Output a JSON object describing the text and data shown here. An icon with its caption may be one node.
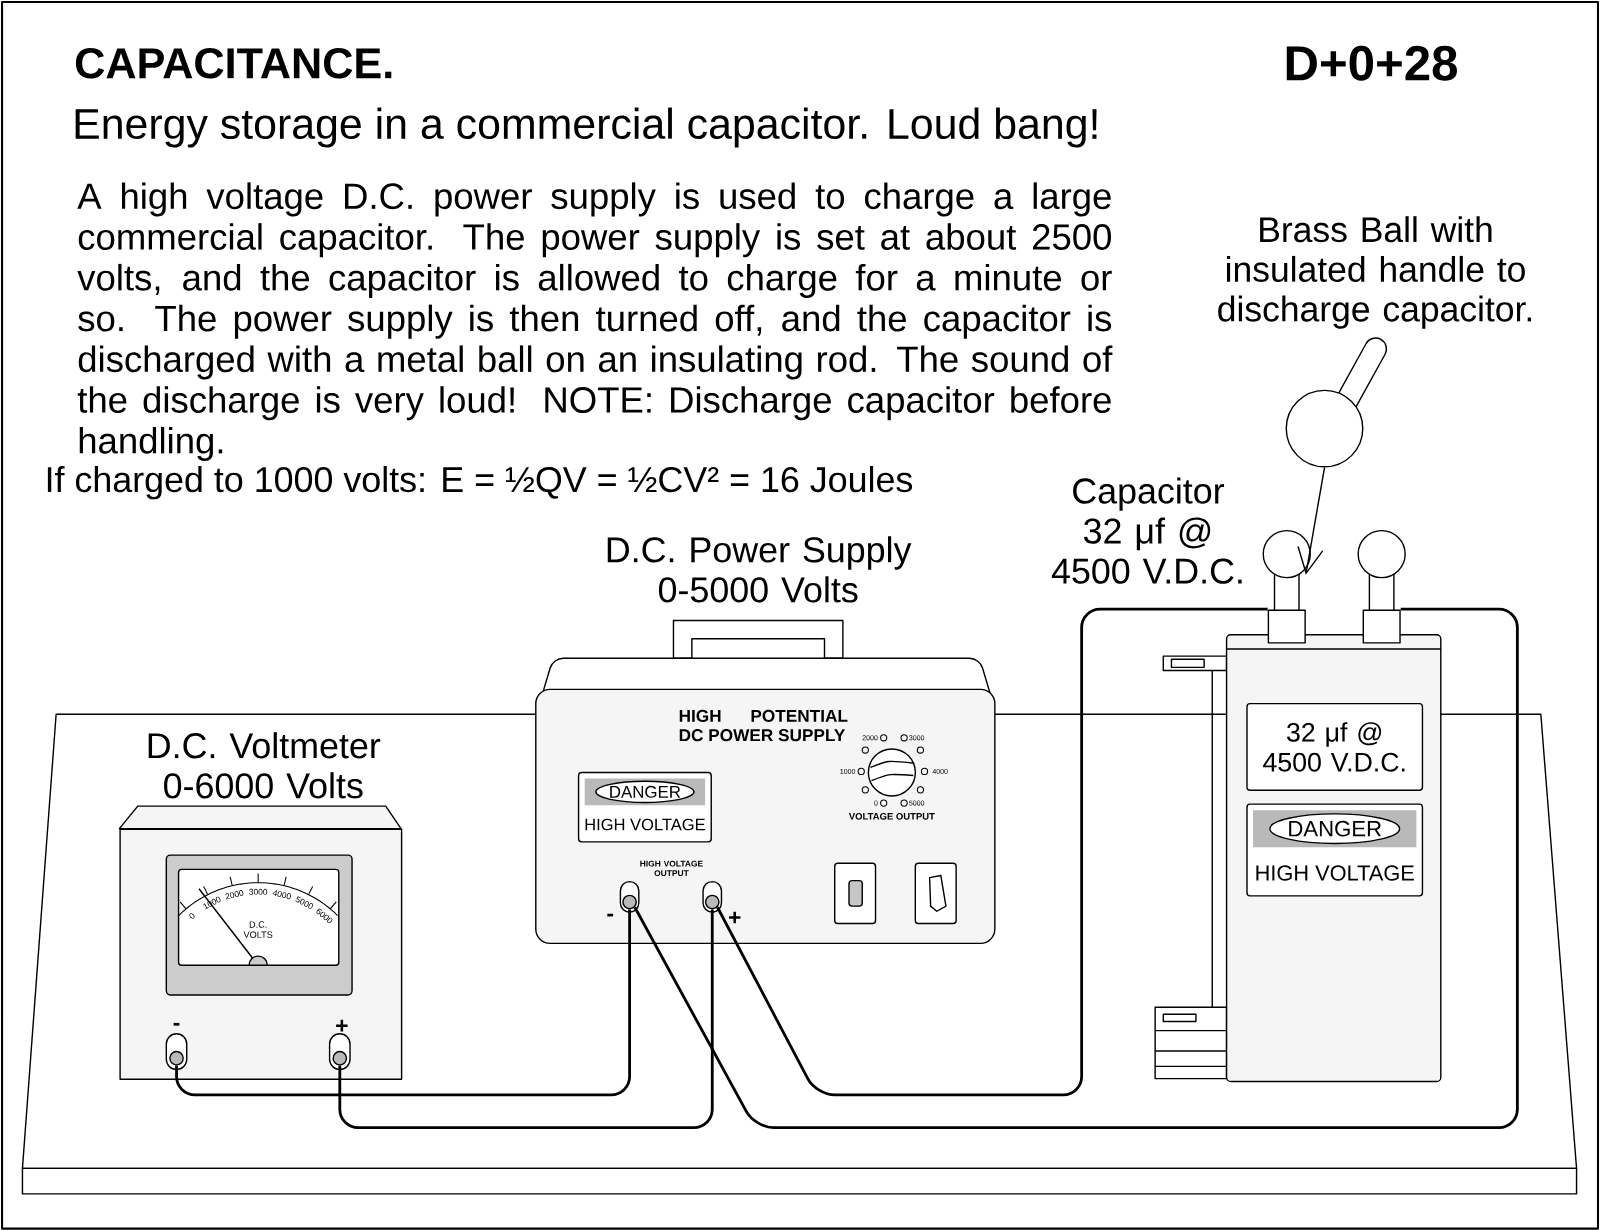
{
  "diagram": {
    "title": "CAPACITANCE.",
    "nodes": [
      {
        "text": [
          "D.C. Voltmeter 0-6000 Volts"
        ]
      },
      {
        "text": [],
        "shape": "circle",
        "in": 0,
        "beside": [
          "-"
        ]
      },
      {
        "text": [],
        "shape": "circle",
        "in": 0,
        "beside": [
          "+"
        ]
      },
      {
        "text": [
          "D.C. Power Supply 0-5000 Volts",
          "HIGH POTENTIAL DC POWER SUPPLY",
          "HIGH VOLTAGE OUTPUT"
        ]
      },
      {
        "text": [
          "DANGER",
          "HIGH VOLTAGE"
        ],
        "in": 3
      },
      {
        "text": [],
        "shape": "circle",
        "in": 3,
        "beside": [
          "-"
        ]
      },
      {
        "text": [],
        "shape": "circle",
        "in": 3,
        "beside": [
          "+"
        ]
      },
      {
        "text": [
          "Capacitor 32 μf @ 4500 V.D.C."
        ]
      },
      {
        "text": [
          "32 μf @ 4500 V.D.C."
        ],
        "in": 7
      },
      {
        "text": [
          "DANGER",
          "HIGH VOLTAGE"
        ],
        "in": 7
      },
      {
        "text": [],
        "shape": "circle"
      },
      {
        "text": [],
        "shape": "circle"
      },
      {
        "text": [
          "Brass Ball with insulated handle to discharge capacitor."
        ]
      }
    ],
    "edges": [
      {
        "from": 1,
        "to": 5,
        "arrow": "none"
      },
      {
        "from": 2,
        "to": 6,
        "arrow": "none"
      },
      {
        "from": 5,
        "to": 11,
        "arrow": "none"
      },
      {
        "from": 6,
        "to": 10,
        "arrow": "none"
      },
      {
        "from": 12,
        "to": 10,
        "arrow": "to"
      }
    ],
    "labels": [
      "D+0+28",
      "Energy storage in a commercial capacitor. Loud bang!",
      "A high voltage D.C. power supply is used to charge a large commercial capacitor. The power supply is set at about 2500 volts, and the capacitor is allowed to charge for a minute or so. The power supply is then turned off, and the capacitor is discharged with a metal ball on an insulating rod. The sound of the discharge is very loud! NOTE: Discharge capacitor before handling.",
      "If charged to 1000 volts: E = ½QV = ½CV² = 16 Joules",
      "0",
      "1000",
      "2000",
      "3000",
      "4000",
      "5000",
      "6000",
      "D.C. VOLTS",
      "2000",
      "3000",
      "1000",
      "4000",
      "0",
      "5000",
      "VOLTAGE OUTPUT"
    ]
  }
}
